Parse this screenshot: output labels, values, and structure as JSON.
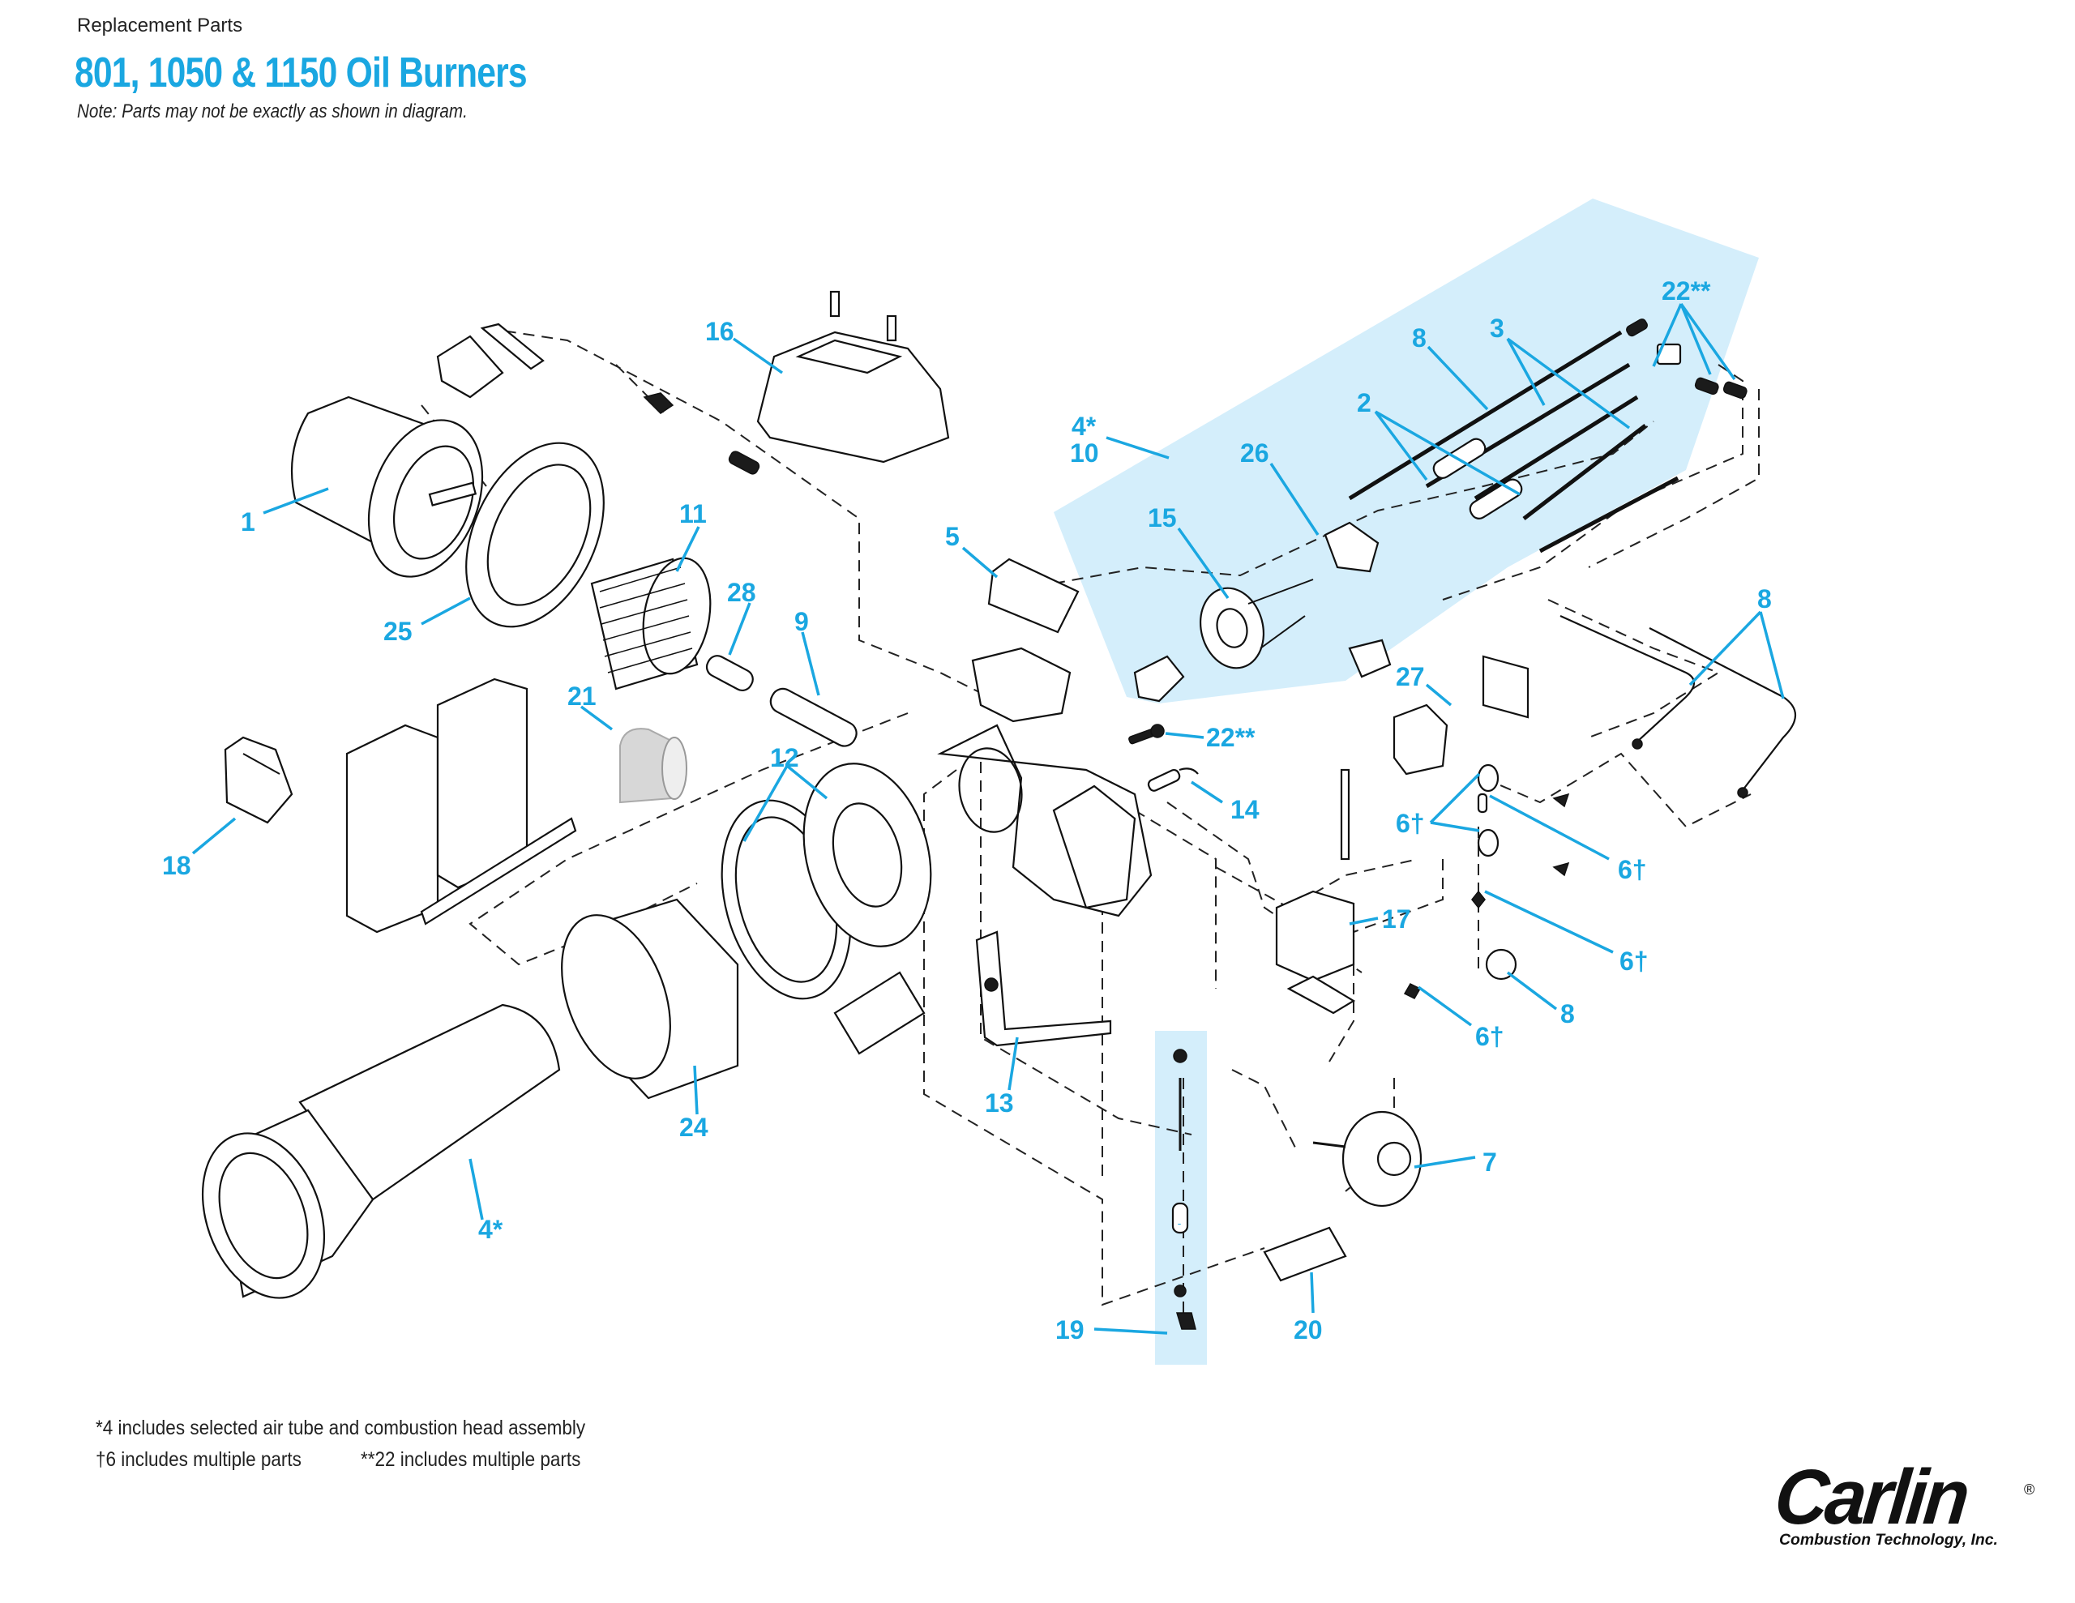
{
  "header": {
    "kicker": "Replacement Parts",
    "title": "801, 1050 & 1150 Oil Burners",
    "note": "Note: Parts may not be exactly as shown in diagram."
  },
  "colors": {
    "accent": "#1aa7e1",
    "highlight": "#d4eefb",
    "line": "#111111"
  },
  "callouts": {
    "c1": "1",
    "c2": "2",
    "c3": "3",
    "c4_10_a": "4*",
    "c4_10_b": "10",
    "c4_tube": "4*",
    "c5": "5",
    "c6_pair": "6†",
    "c6_a": "6†",
    "c6_b": "6†",
    "c6_c": "6†",
    "c7": "7",
    "c8_top": "8",
    "c8_right": "8",
    "c8_coil": "8",
    "c9": "9",
    "c11": "11",
    "c12": "12",
    "c13": "13",
    "c14": "14",
    "c15": "15",
    "c16": "16",
    "c17": "17",
    "c18": "18",
    "c19": "19",
    "c20": "20",
    "c21": "21",
    "c22_top": "22**",
    "c22_mid": "22**",
    "c24": "24",
    "c25": "25",
    "c26": "26",
    "c27": "27",
    "c28": "28"
  },
  "footnotes": {
    "line1": "*4 includes selected air tube and combustion head assembly",
    "line2a": "†6 includes multiple parts",
    "line2b": "**22 includes multiple parts"
  },
  "logo": {
    "name": "Carlin",
    "registered": "®",
    "tagline": "Combustion Technology, Inc."
  }
}
